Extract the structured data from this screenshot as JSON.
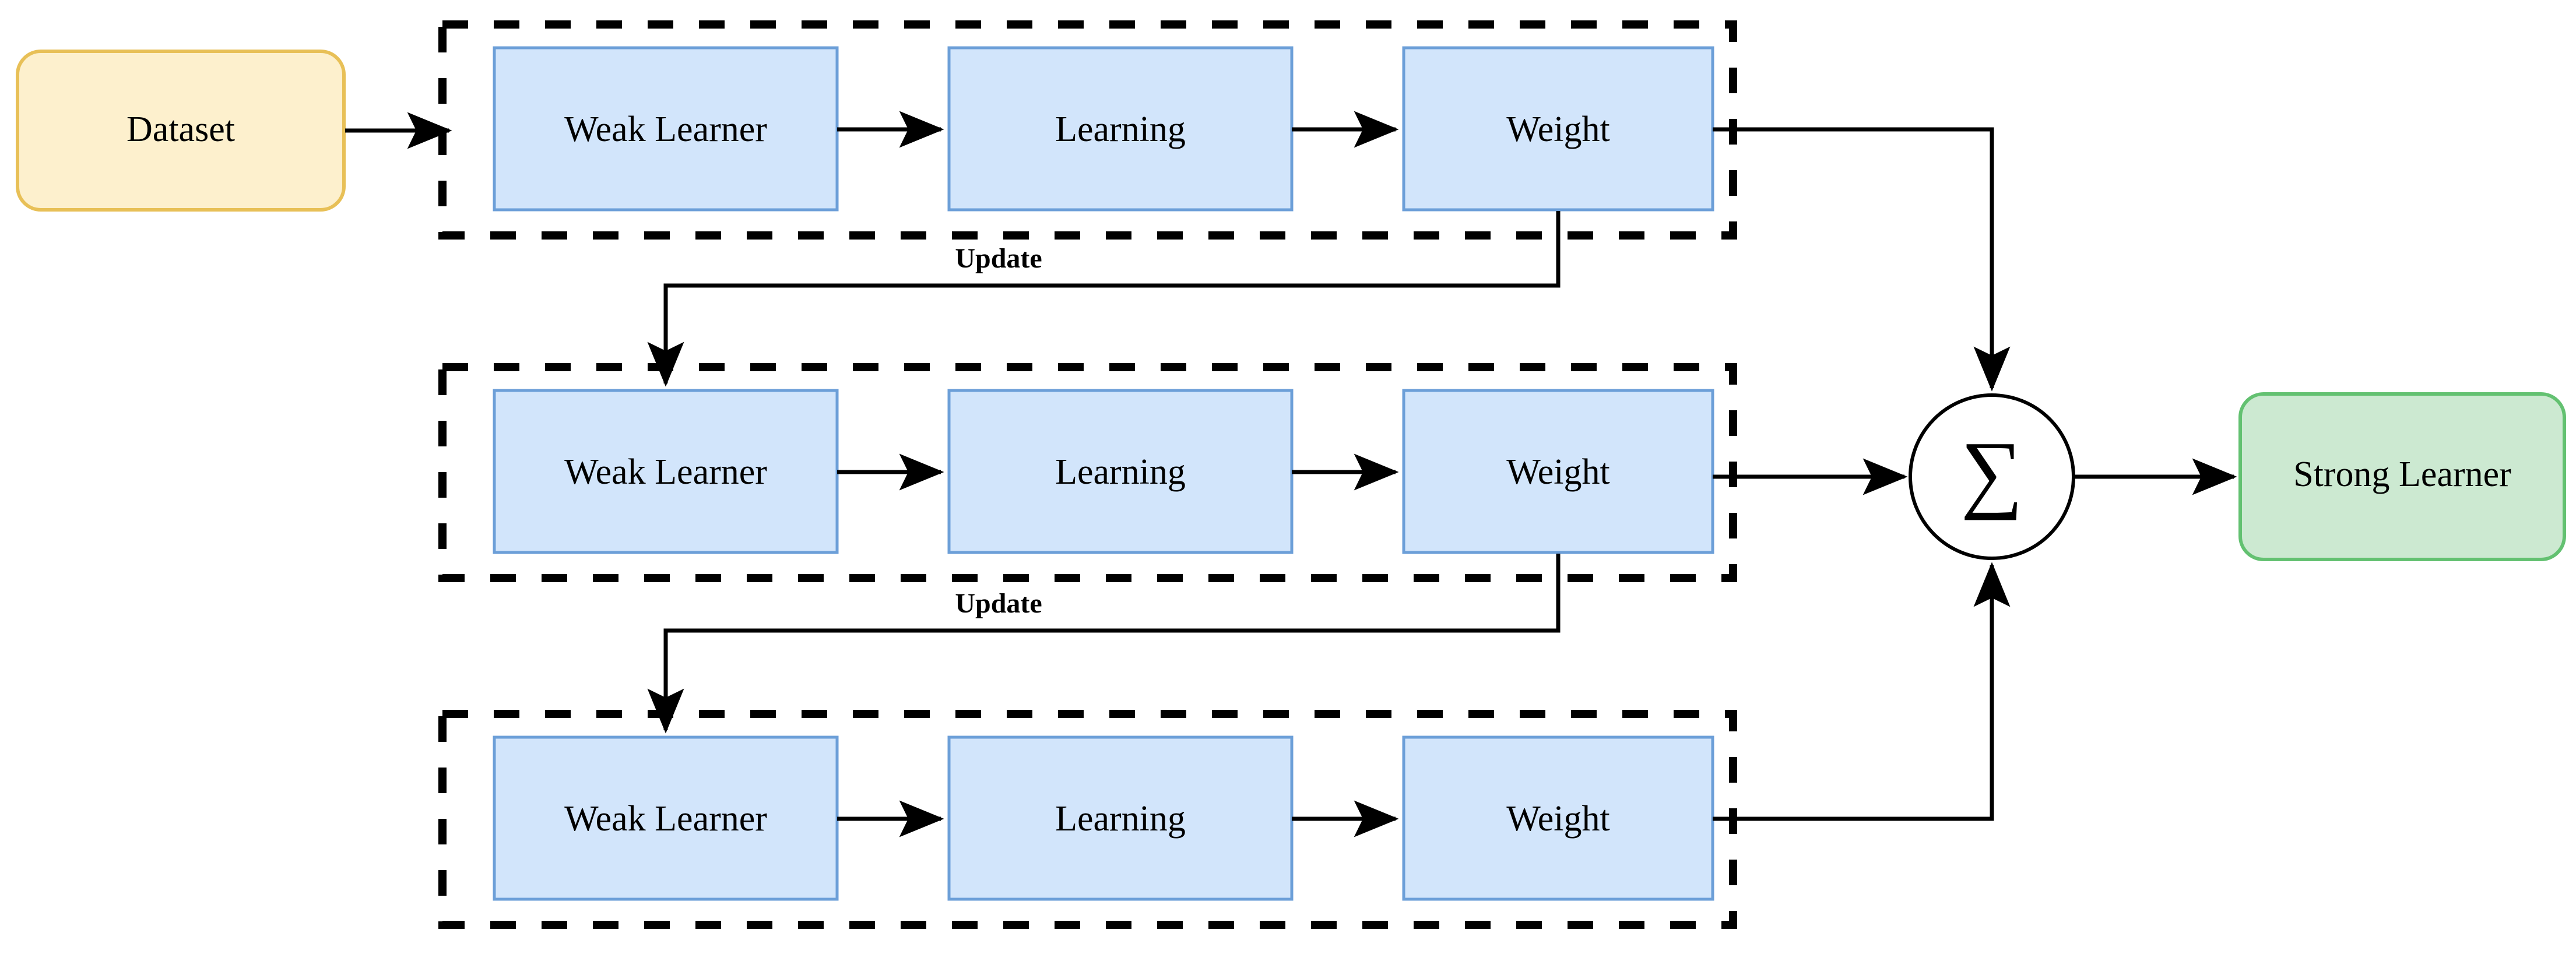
{
  "diagram": {
    "title": "Boosting ensemble learning flow diagram",
    "colors": {
      "stage_fill": "#d2e5fb",
      "stage_stroke": "#6c9fd8",
      "dataset_fill": "#fdf0cd",
      "dataset_stroke": "#e8c057",
      "strong_fill": "#cce9d1",
      "strong_stroke": "#63c171",
      "line": "#000000",
      "group_border": "#000000",
      "background": "#ffffff"
    },
    "input_node": {
      "label": "Dataset"
    },
    "output_node": {
      "label": "Strong Learner"
    },
    "aggregator": {
      "symbol": "∑",
      "name": "summation"
    },
    "rounds": [
      {
        "index": 1,
        "stages": [
          {
            "label": "Weak Learner"
          },
          {
            "label": "Learning"
          },
          {
            "label": "Weight"
          }
        ]
      },
      {
        "index": 2,
        "stages": [
          {
            "label": "Weak Learner"
          },
          {
            "label": "Learning"
          },
          {
            "label": "Weight"
          }
        ]
      },
      {
        "index": 3,
        "stages": [
          {
            "label": "Weak Learner"
          },
          {
            "label": "Learning"
          },
          {
            "label": "Weight"
          }
        ]
      }
    ],
    "edge_labels": [
      {
        "label": "Update",
        "from_round": 1,
        "to_round": 2
      },
      {
        "label": "Update",
        "from_round": 2,
        "to_round": 3
      }
    ]
  }
}
